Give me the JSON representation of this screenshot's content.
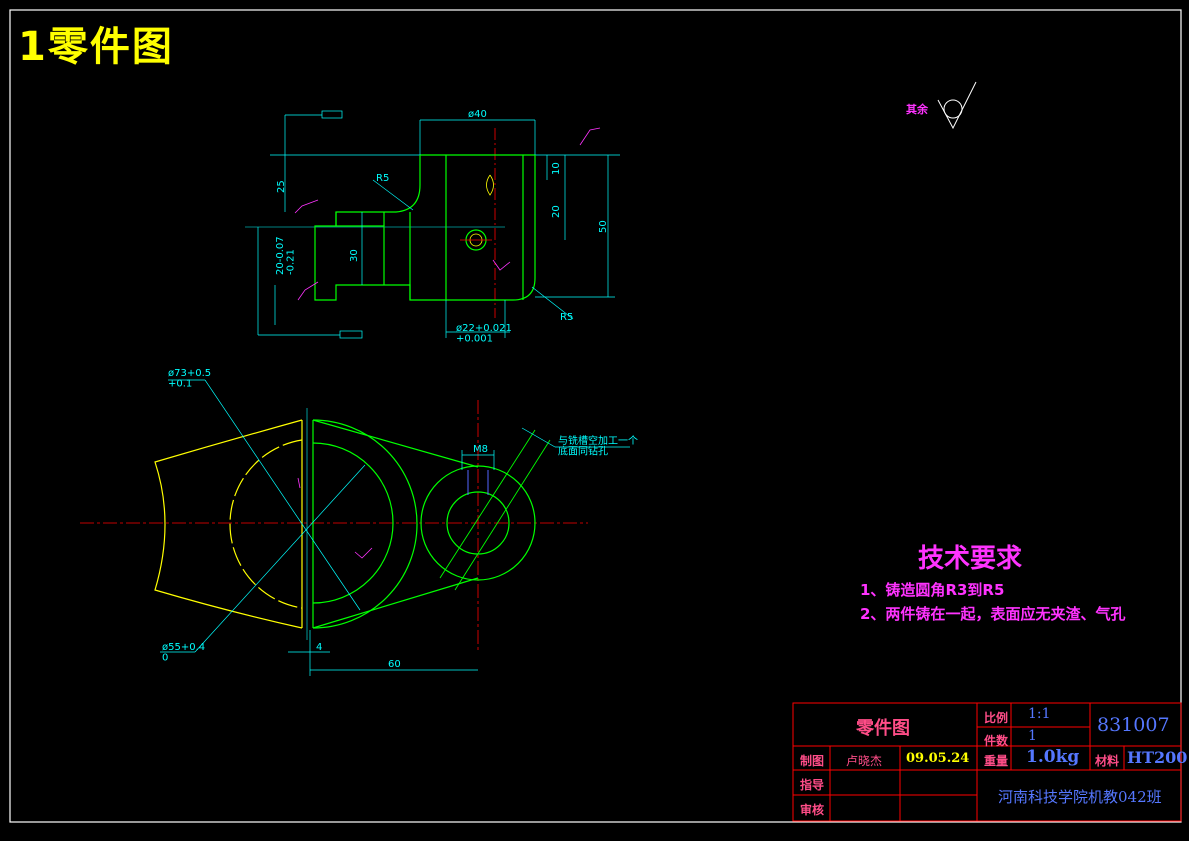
{
  "title": "1零件图",
  "surface_finish": {
    "label": "其余"
  },
  "tech_requirements": {
    "title": "技术要求",
    "items": [
      "1、铸造圆角R3到R5",
      "2、两件铸在一起，表面应无夹渣、气孔"
    ]
  },
  "dimensions": {
    "d40": "ø40",
    "r5_top": "R5",
    "r5_bottom": "R5",
    "h25": "25",
    "h10": "10",
    "h20": "20",
    "h50": "50",
    "h30": "30",
    "tol20": "20-0.07\n-0.21",
    "d22": "ø22+0.021\n+0.001",
    "d73": "ø73+0.5\n+0.1",
    "d55": "ø55+0.4\n0",
    "m8": "M8",
    "w4": "4",
    "w60": "60",
    "note": "与铣槽空加工一个\n底面同钻孔"
  },
  "title_block": {
    "name": "零件图",
    "scale_label": "比例",
    "scale_value": "1:1",
    "qty_label": "件数",
    "qty_value": "1",
    "drawing_no": "831007",
    "drawn_label": "制图",
    "drawn_name": "卢晓杰",
    "drawn_date": "09.05.24",
    "weight_label": "重量",
    "weight_value": "1.0kg",
    "material_label": "材料",
    "material_value": "HT200",
    "guide_label": "指导",
    "review_label": "审核",
    "school": "河南科技学院机教042班"
  },
  "colors": {
    "background": "#000000",
    "outline": "#00ff00",
    "dimension": "#00ffff",
    "centerline": "#ff0000",
    "annotation": "#ff33ff",
    "title": "#ffff00",
    "frame": "#ffffff",
    "titleblock": "#ff0000"
  }
}
